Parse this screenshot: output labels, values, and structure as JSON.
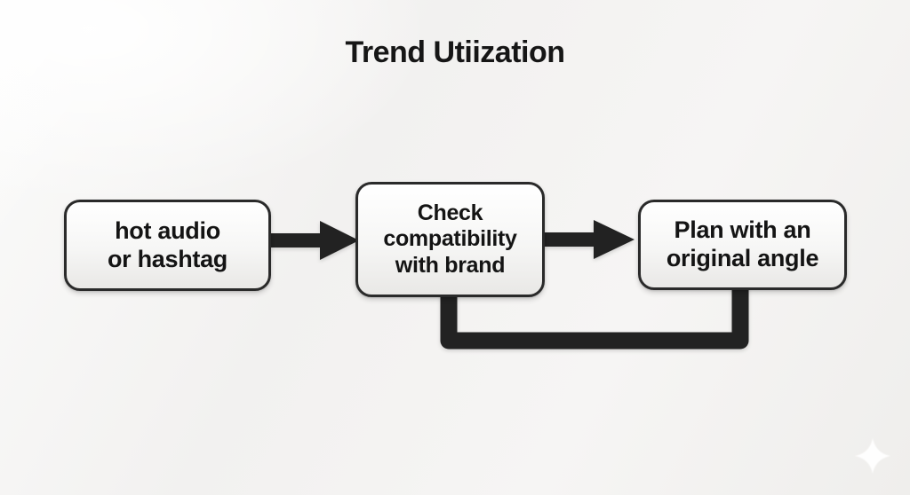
{
  "title": "Trend Utiization",
  "diagram": {
    "nodes": [
      {
        "id": "hot-audio",
        "label": "hot audio\nor hashtag"
      },
      {
        "id": "check-compatibility",
        "label": "Check\ncompatibility\nwith brand"
      },
      {
        "id": "plan-original",
        "label": "Plan with an\noriginal angle"
      }
    ],
    "edges": [
      {
        "from": "hot-audio",
        "to": "check-compatibility",
        "style": "arrow-right"
      },
      {
        "from": "check-compatibility",
        "to": "plan-original",
        "style": "arrow-right"
      },
      {
        "from": "plan-original",
        "to": "check-compatibility",
        "style": "elbow-loop-bottom"
      }
    ]
  },
  "icons": {
    "sparkle": "four-point-star"
  },
  "colors": {
    "ink": "#1e1e1e",
    "connector": "#222222",
    "node_border": "#2a2a2a",
    "node_fill_top": "#ffffff",
    "node_fill_bottom": "#e9e8e6",
    "background": "#f1f0ef",
    "sparkle": "#ffffff"
  }
}
